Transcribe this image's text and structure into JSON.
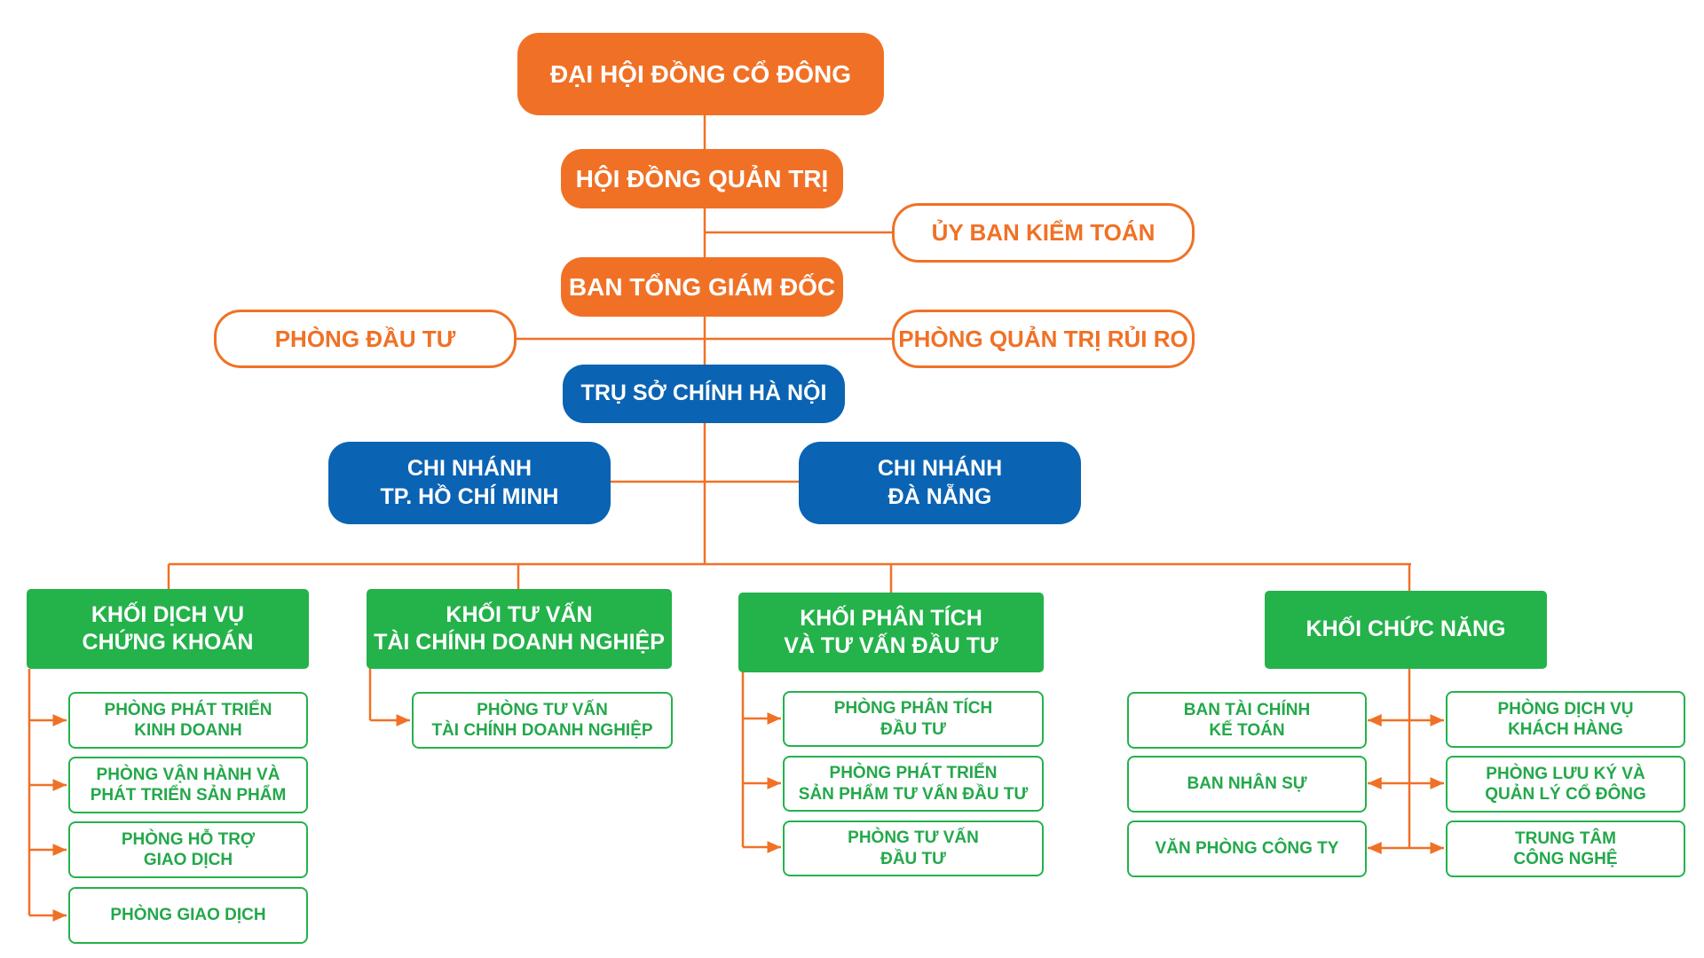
{
  "colors": {
    "orange": "#f07126",
    "blue": "#0a63b3",
    "green": "#24b24b",
    "line": "#f07126"
  },
  "org": {
    "shareholders": "ĐẠI HỘI ĐỒNG CỔ ĐÔNG",
    "board": "HỘI ĐỒNG QUẢN TRỊ",
    "audit_committee": "ỦY BAN KIỂM TOÁN",
    "executive_board": "BAN TỔNG GIÁM ĐỐC",
    "investment_dept": "PHÒNG ĐẦU TƯ",
    "risk_dept": "PHÒNG QUẢN TRỊ RỦI RO",
    "head_office": "TRỤ SỞ CHÍNH HÀ NỘI",
    "branch_hcm": "CHI NHÁNH\nTP. HỒ CHÍ MINH",
    "branch_danang": "CHI NHÁNH\nĐÀ NẴNG",
    "blocks": [
      {
        "label": "KHỐI DỊCH VỤ\nCHỨNG KHOÁN",
        "units": [
          "PHÒNG PHÁT TRIỂN\nKINH DOANH",
          "PHÒNG VẬN HÀNH VÀ\nPHÁT TRIỂN SẢN PHẨM",
          "PHÒNG HỖ TRỢ\nGIAO DỊCH",
          "PHÒNG GIAO DỊCH"
        ]
      },
      {
        "label": "KHỐI TƯ VẤN\nTÀI CHÍNH DOANH NGHIỆP",
        "units": [
          "PHÒNG TƯ VẤN\nTÀI CHÍNH DOANH NGHIỆP"
        ]
      },
      {
        "label": "KHỐI PHÂN TÍCH\nVÀ TƯ VẤN ĐẦU TƯ",
        "units": [
          "PHÒNG PHÂN TÍCH\nĐẦU TƯ",
          "PHÒNG PHÁT TRIỂN\nSẢN PHẨM TƯ VẤN ĐẦU TƯ",
          "PHÒNG TƯ VẤN\nĐẦU TƯ"
        ]
      },
      {
        "label": "KHỐI CHỨC NĂNG",
        "units_left": [
          "BAN TÀI CHÍNH\nKẾ TOÁN",
          "BAN NHÂN SỰ",
          "VĂN PHÒNG CÔNG TY"
        ],
        "units_right": [
          "PHÒNG DỊCH VỤ\nKHÁCH HÀNG",
          "PHÒNG LƯU KÝ VÀ\nQUẢN LÝ CỔ ĐÔNG",
          "TRUNG TÂM\nCÔNG NGHỆ"
        ]
      }
    ]
  }
}
